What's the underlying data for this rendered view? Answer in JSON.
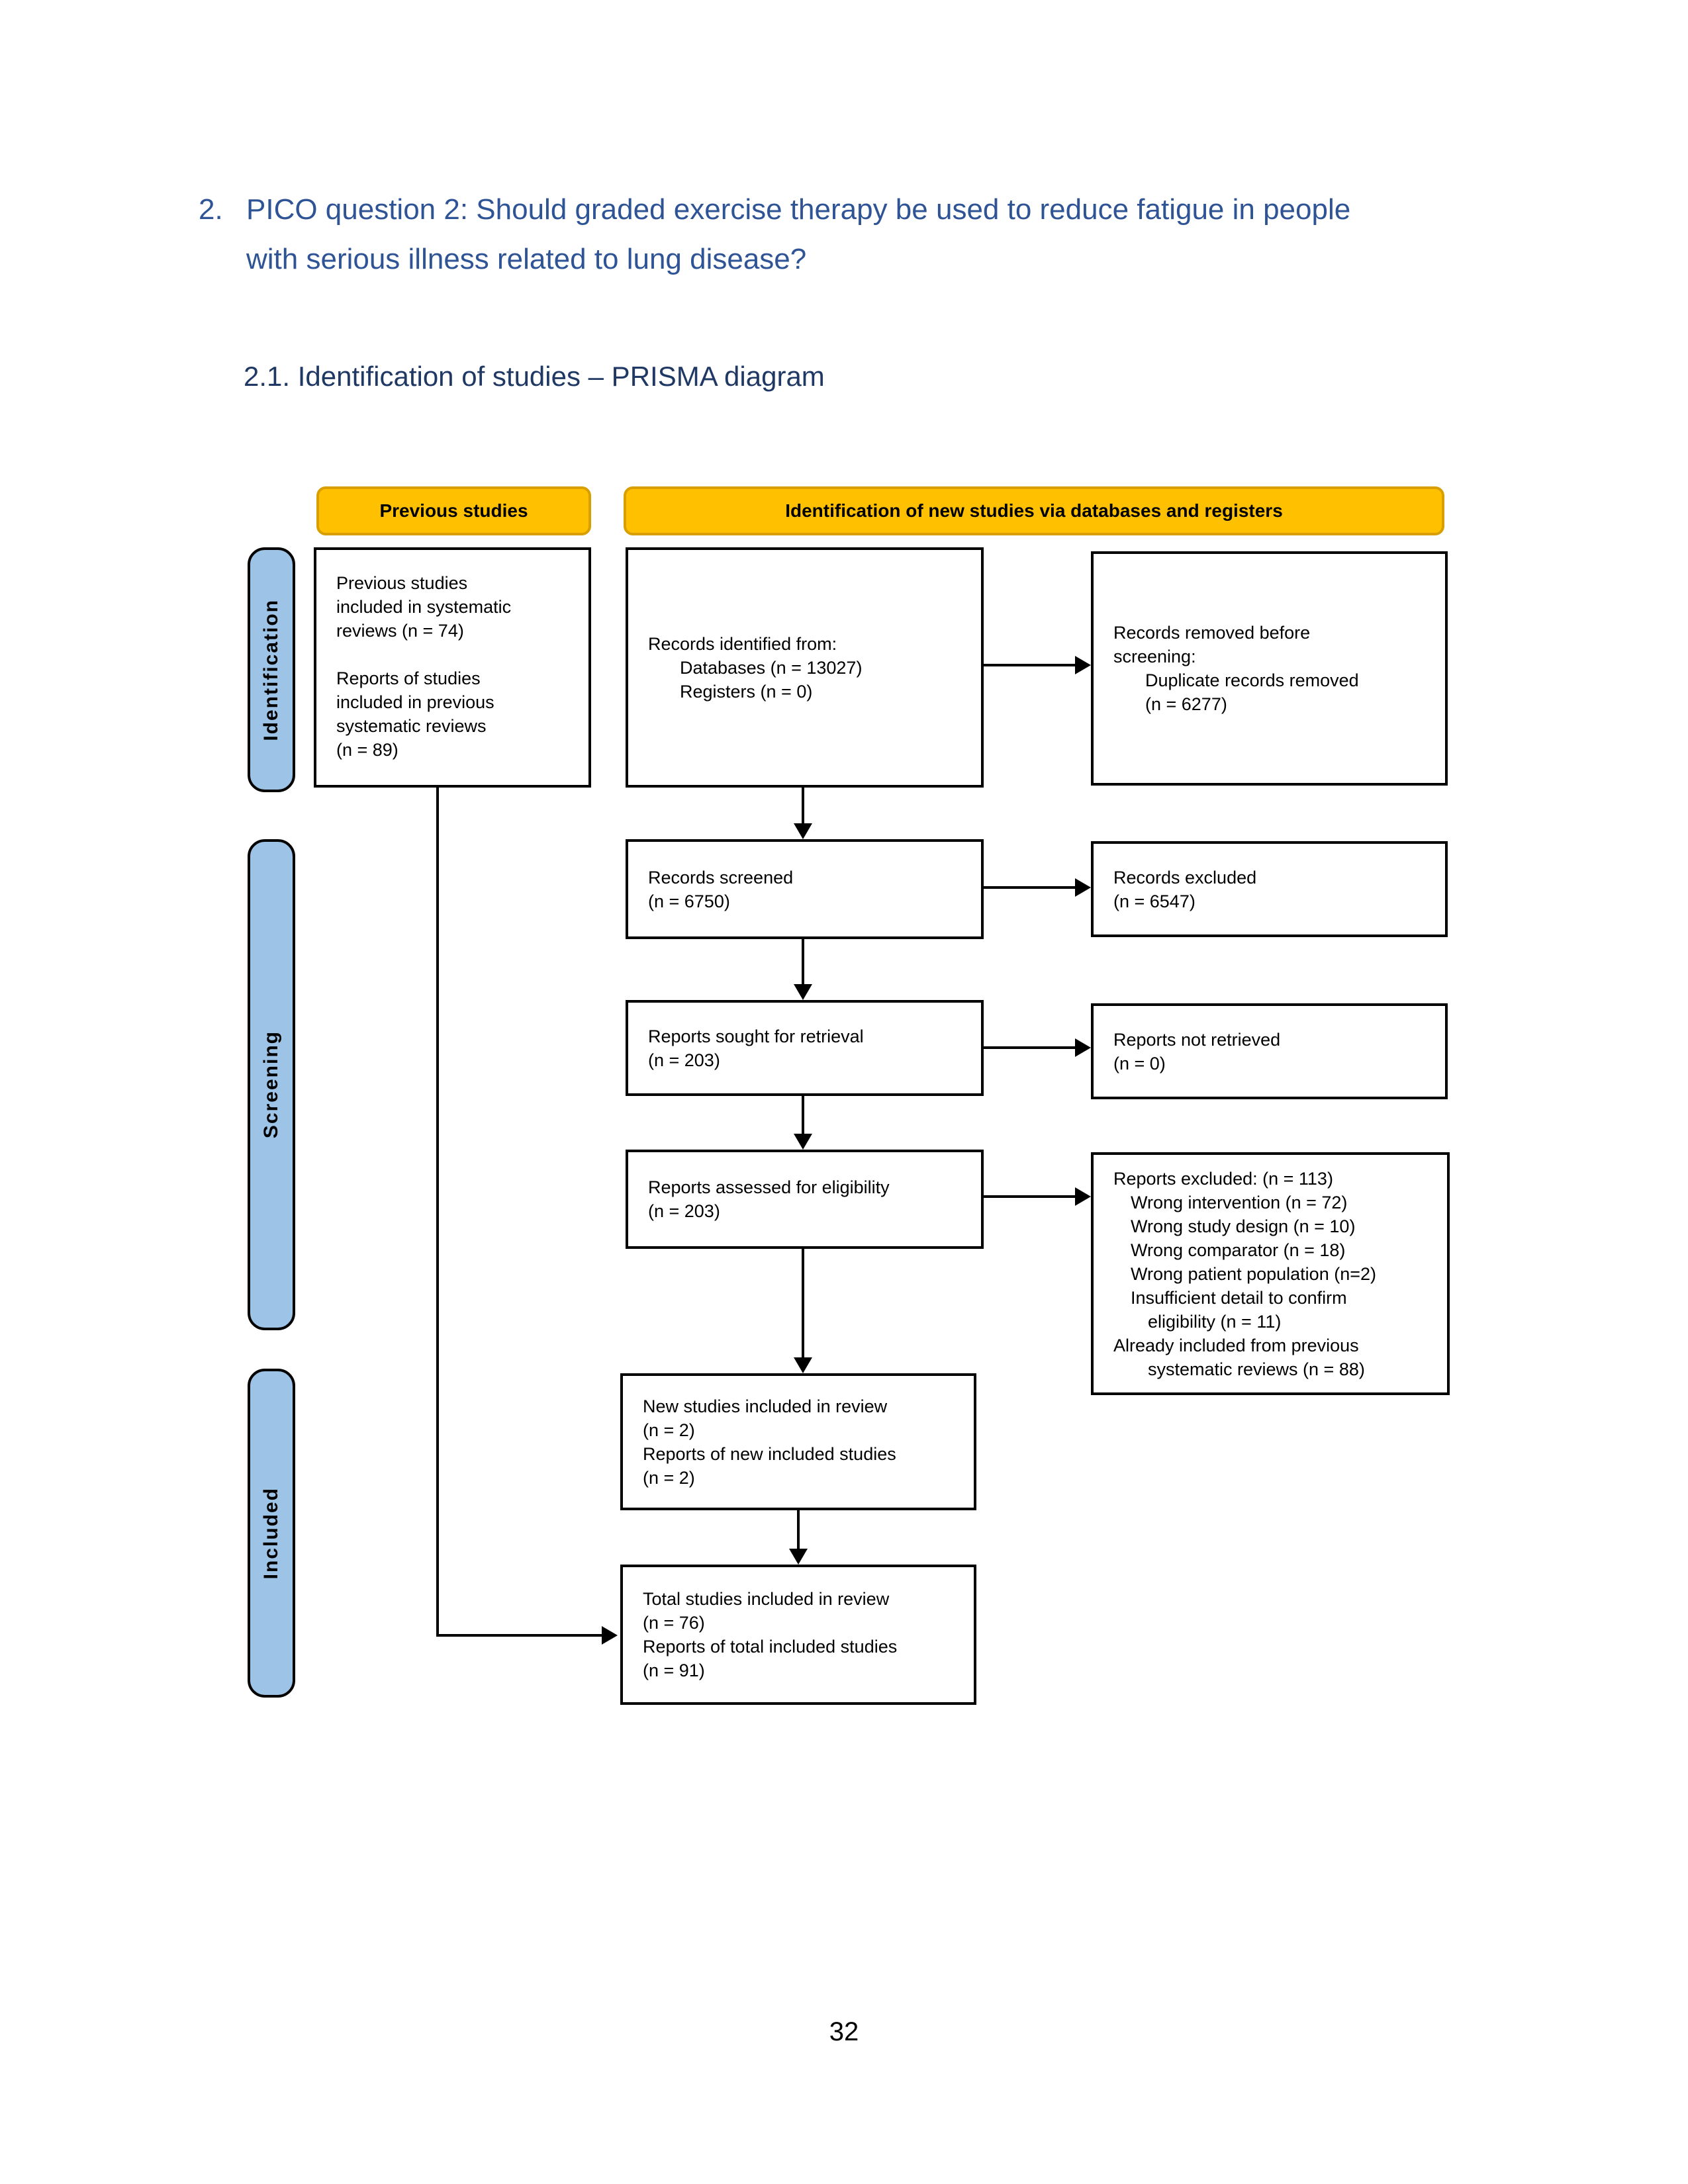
{
  "page": {
    "list_number": "2.",
    "title_line1": "PICO question 2: Should graded exercise therapy be used to reduce fatigue in people",
    "title_line2": "with serious illness related to lung disease?",
    "section_heading": "2.1. Identification of studies – PRISMA diagram",
    "page_number": "32"
  },
  "colors": {
    "title_blue": "#2F5496",
    "section_navy": "#1F3864",
    "header_yellow": "#FFC000",
    "header_yellow_border": "#D99E00",
    "stage_blue": "#9DC3E6",
    "box_border": "#000000"
  },
  "diagram": {
    "column_headers": [
      {
        "label": "Previous studies"
      },
      {
        "label": "Identification of new studies via databases and registers"
      }
    ],
    "stage_labels": [
      {
        "label": "Identification"
      },
      {
        "label": "Screening"
      },
      {
        "label": "Included"
      }
    ],
    "boxes": {
      "previous_studies": {
        "lines": [
          "Previous studies",
          "included in systematic",
          "reviews (n = 74)",
          "",
          "Reports of studies",
          "included in previous",
          "systematic reviews",
          "(n = 89)"
        ]
      },
      "records_identified": {
        "lines": [
          "Records identified from:",
          "Databases (n = 13027)",
          "Registers (n = 0)"
        ]
      },
      "records_removed": {
        "lines": [
          "Records removed before",
          "screening:",
          "Duplicate records removed",
          "(n = 6277)"
        ]
      },
      "records_screened": {
        "lines": [
          "Records screened",
          "(n = 6750)"
        ]
      },
      "records_excluded": {
        "lines": [
          "Records excluded",
          "(n = 6547)"
        ]
      },
      "reports_sought": {
        "lines": [
          "Reports sought for retrieval",
          "(n = 203)"
        ]
      },
      "reports_not_retrieved": {
        "lines": [
          "Reports not retrieved",
          "(n = 0)"
        ]
      },
      "reports_assessed": {
        "lines": [
          "Reports assessed for eligibility",
          "(n = 203)"
        ]
      },
      "reports_excluded": {
        "lines": [
          "Reports excluded: (n = 113)",
          "Wrong intervention (n = 72)",
          "Wrong study design (n = 10)",
          "Wrong comparator (n = 18)",
          "Wrong patient population (n=2)",
          "Insufficient detail to confirm",
          "eligibility (n = 11)",
          "Already included from previous",
          "systematic reviews (n = 88)"
        ]
      },
      "new_studies": {
        "lines": [
          "New studies included in review",
          "(n = 2)",
          "Reports of new included studies",
          "(n = 2)"
        ]
      },
      "total_studies": {
        "lines": [
          "Total studies included in review",
          "(n = 76)",
          "Reports of total included studies",
          "(n = 91)"
        ]
      }
    }
  }
}
